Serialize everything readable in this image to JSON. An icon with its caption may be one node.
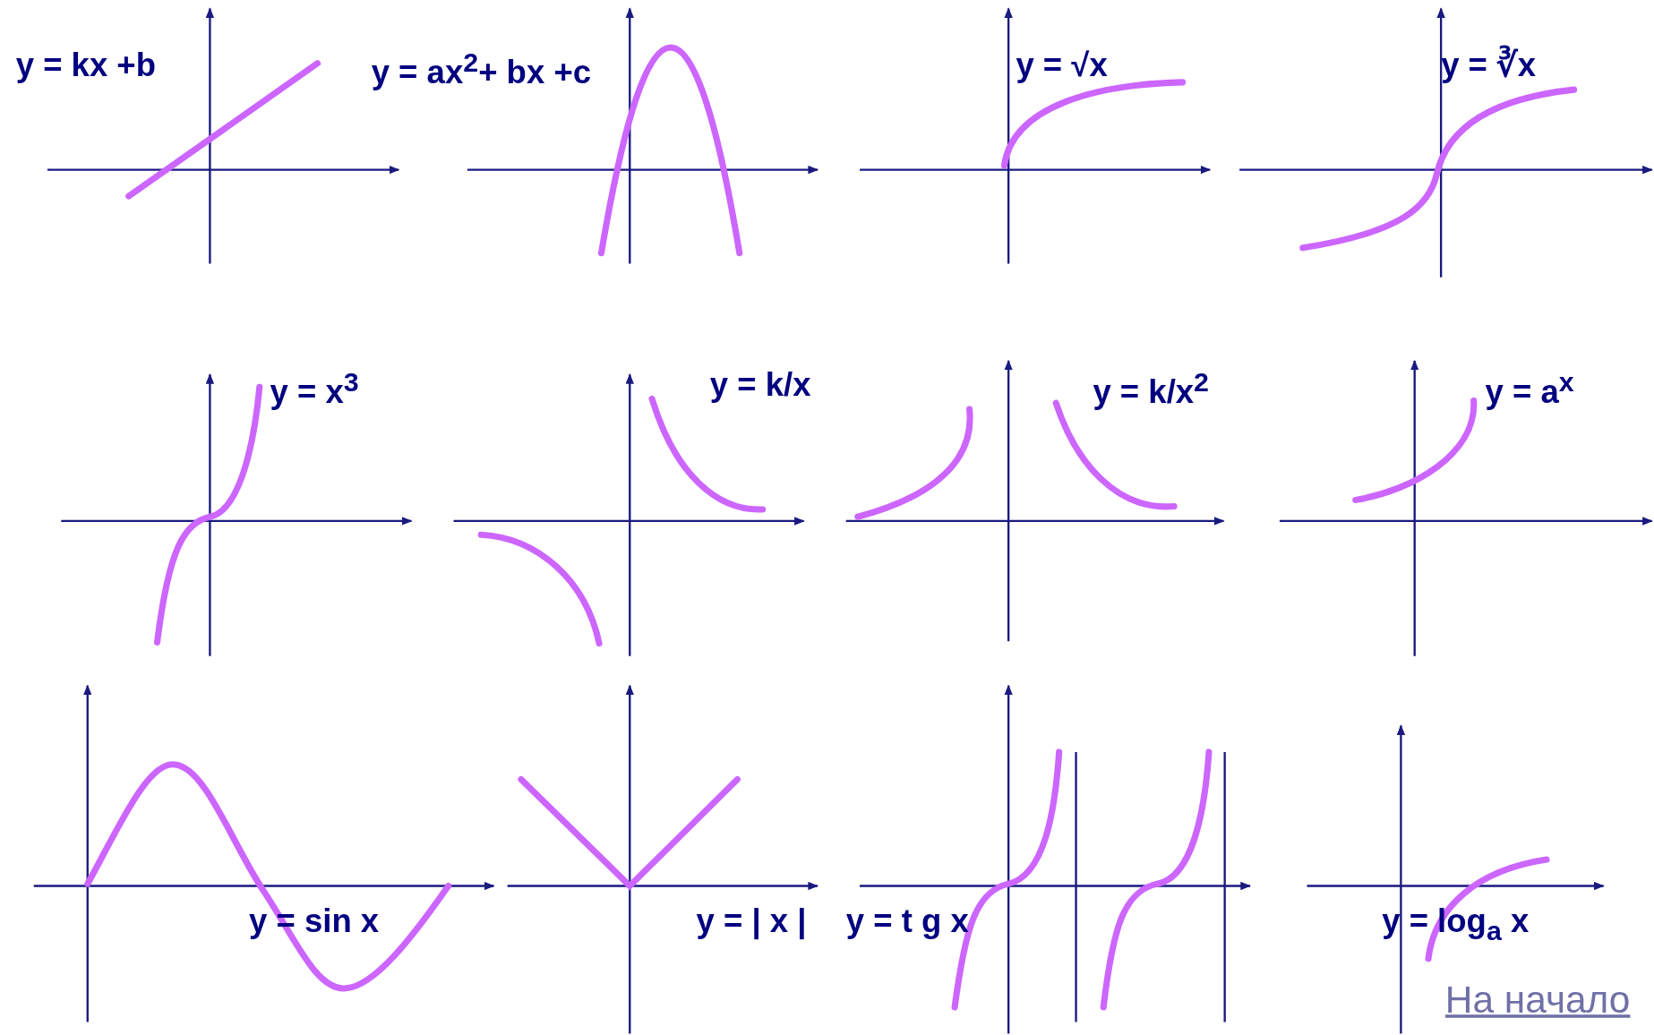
{
  "diagram": {
    "labels": [
      "y = kx +b",
      "y = ax$^{2}$+ bx +c",
      "y = √x",
      "y = ∛x",
      "y = x$^{3}$",
      "y = k/x",
      "y = k/x$^{2}$",
      "y = a$^{x}$",
      "y = sin x",
      "y = | x |",
      "y = t g x",
      "y = log$_{a}$ x",
      "На начало"
    ]
  }
}
